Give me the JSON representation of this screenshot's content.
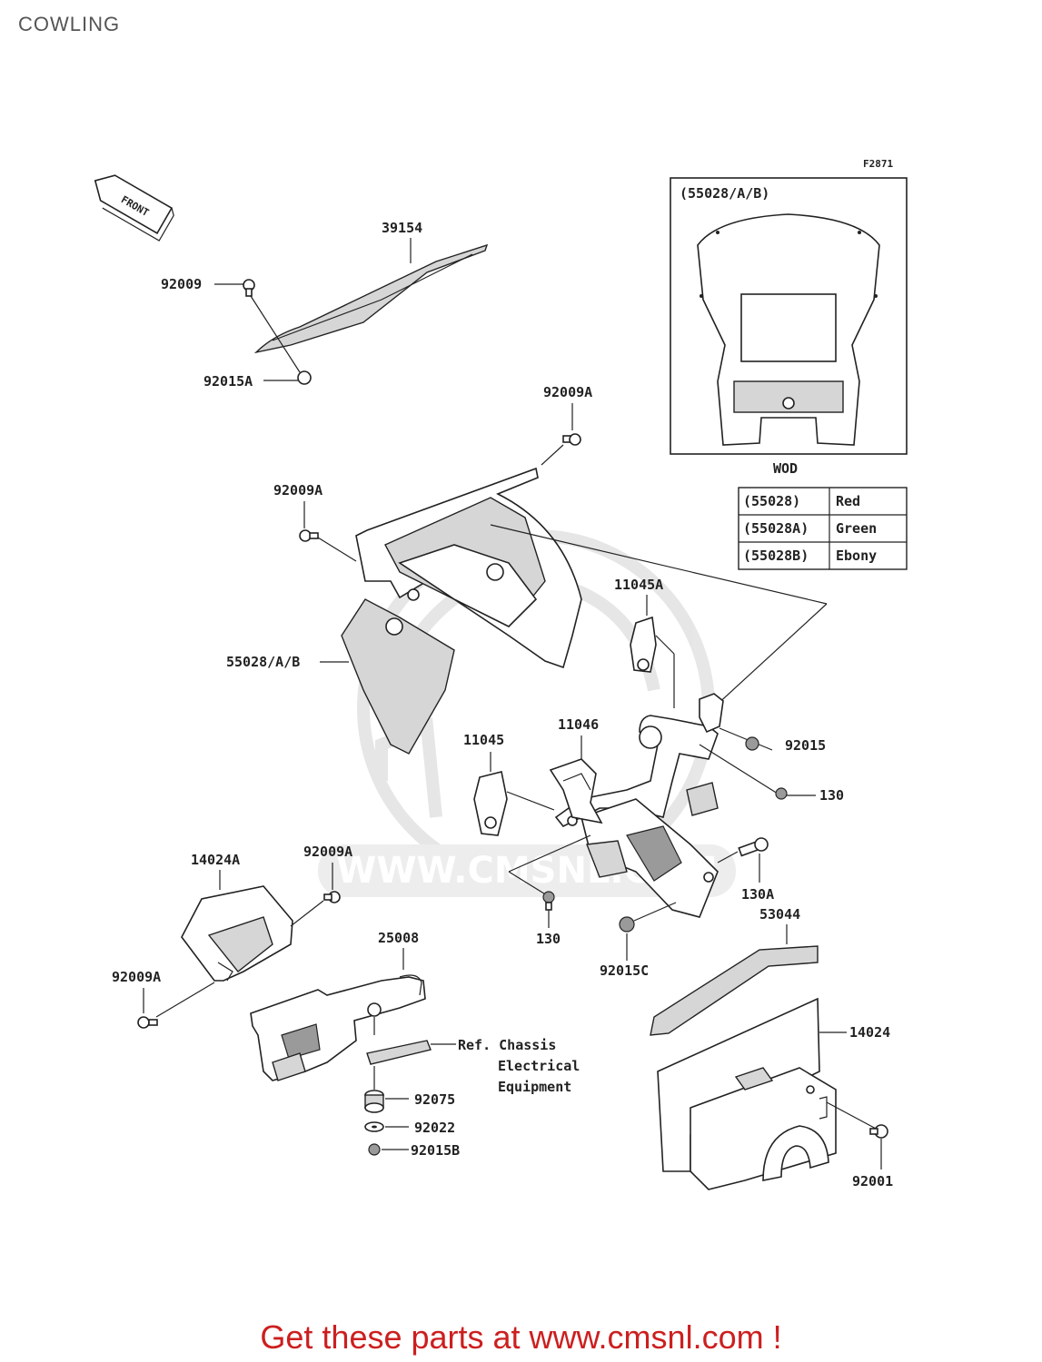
{
  "title": "COWLING",
  "figure_code": "F2871",
  "front_label": "FRONT",
  "parts": {
    "p39154": "39154",
    "p92009_top": "92009",
    "p92015A": "92015A",
    "p92009A_1": "92009A",
    "p92009A_2": "92009A",
    "p55028": "55028/A/B",
    "p11045A": "11045A",
    "p92015": "92015",
    "p11046": "11046",
    "p11045": "11045",
    "p130_1": "130",
    "p130A": "130A",
    "p130_2": "130",
    "p92015C": "92015C",
    "p53044": "53044",
    "p14024A": "14024A",
    "p92009A_3": "92009A",
    "p92009A_4": "92009A",
    "p25008": "25008",
    "p14024": "14024",
    "p92075": "92075",
    "p92022": "92022",
    "p92015B": "92015B",
    "p92001": "92001"
  },
  "inset": {
    "header": "(55028/A/B)",
    "caption": "WOD"
  },
  "color_table": [
    {
      "code": "(55028)",
      "color": "Red"
    },
    {
      "code": "(55028A)",
      "color": "Green"
    },
    {
      "code": "(55028B)",
      "color": "Ebony"
    }
  ],
  "ref_note": {
    "line1": "Ref. Chassis",
    "line2": "Electrical",
    "line3": "Equipment"
  },
  "watermark": "WWW.CMSNL.COM",
  "footer_text": "Get these parts at www.cmsnl.com !"
}
